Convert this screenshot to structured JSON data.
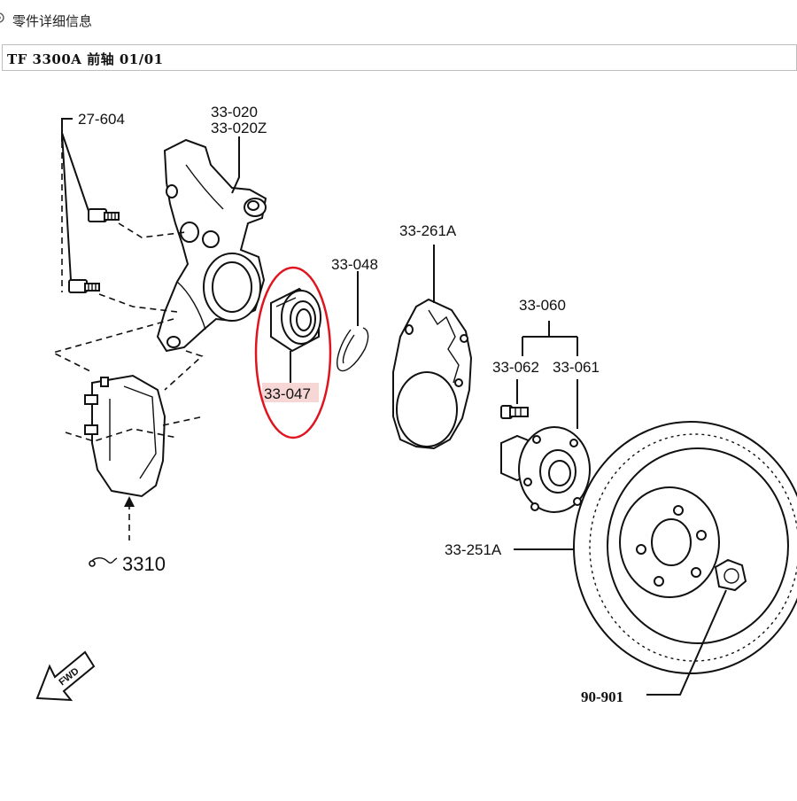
{
  "window": {
    "title": "零件详细信息",
    "icon": "gear-icon"
  },
  "header": {
    "title": "TF 3300A 前轴 01/01"
  },
  "diagram": {
    "labels": {
      "p27_604": "27-604",
      "p33_020": "33-020",
      "p33_020z": "33-020Z",
      "p33_048": "33-048",
      "p33_047": "33-047",
      "p33_261a": "33-261A",
      "p33_060": "33-060",
      "p33_062": "33-062",
      "p33_061": "33-061",
      "p33_251a": "33-251A",
      "p3310": "3310",
      "p90_901": "90-901",
      "fwd": "FWD"
    },
    "highlight_color": "#e0141e",
    "highlight_fill": "#f7d6d6"
  }
}
